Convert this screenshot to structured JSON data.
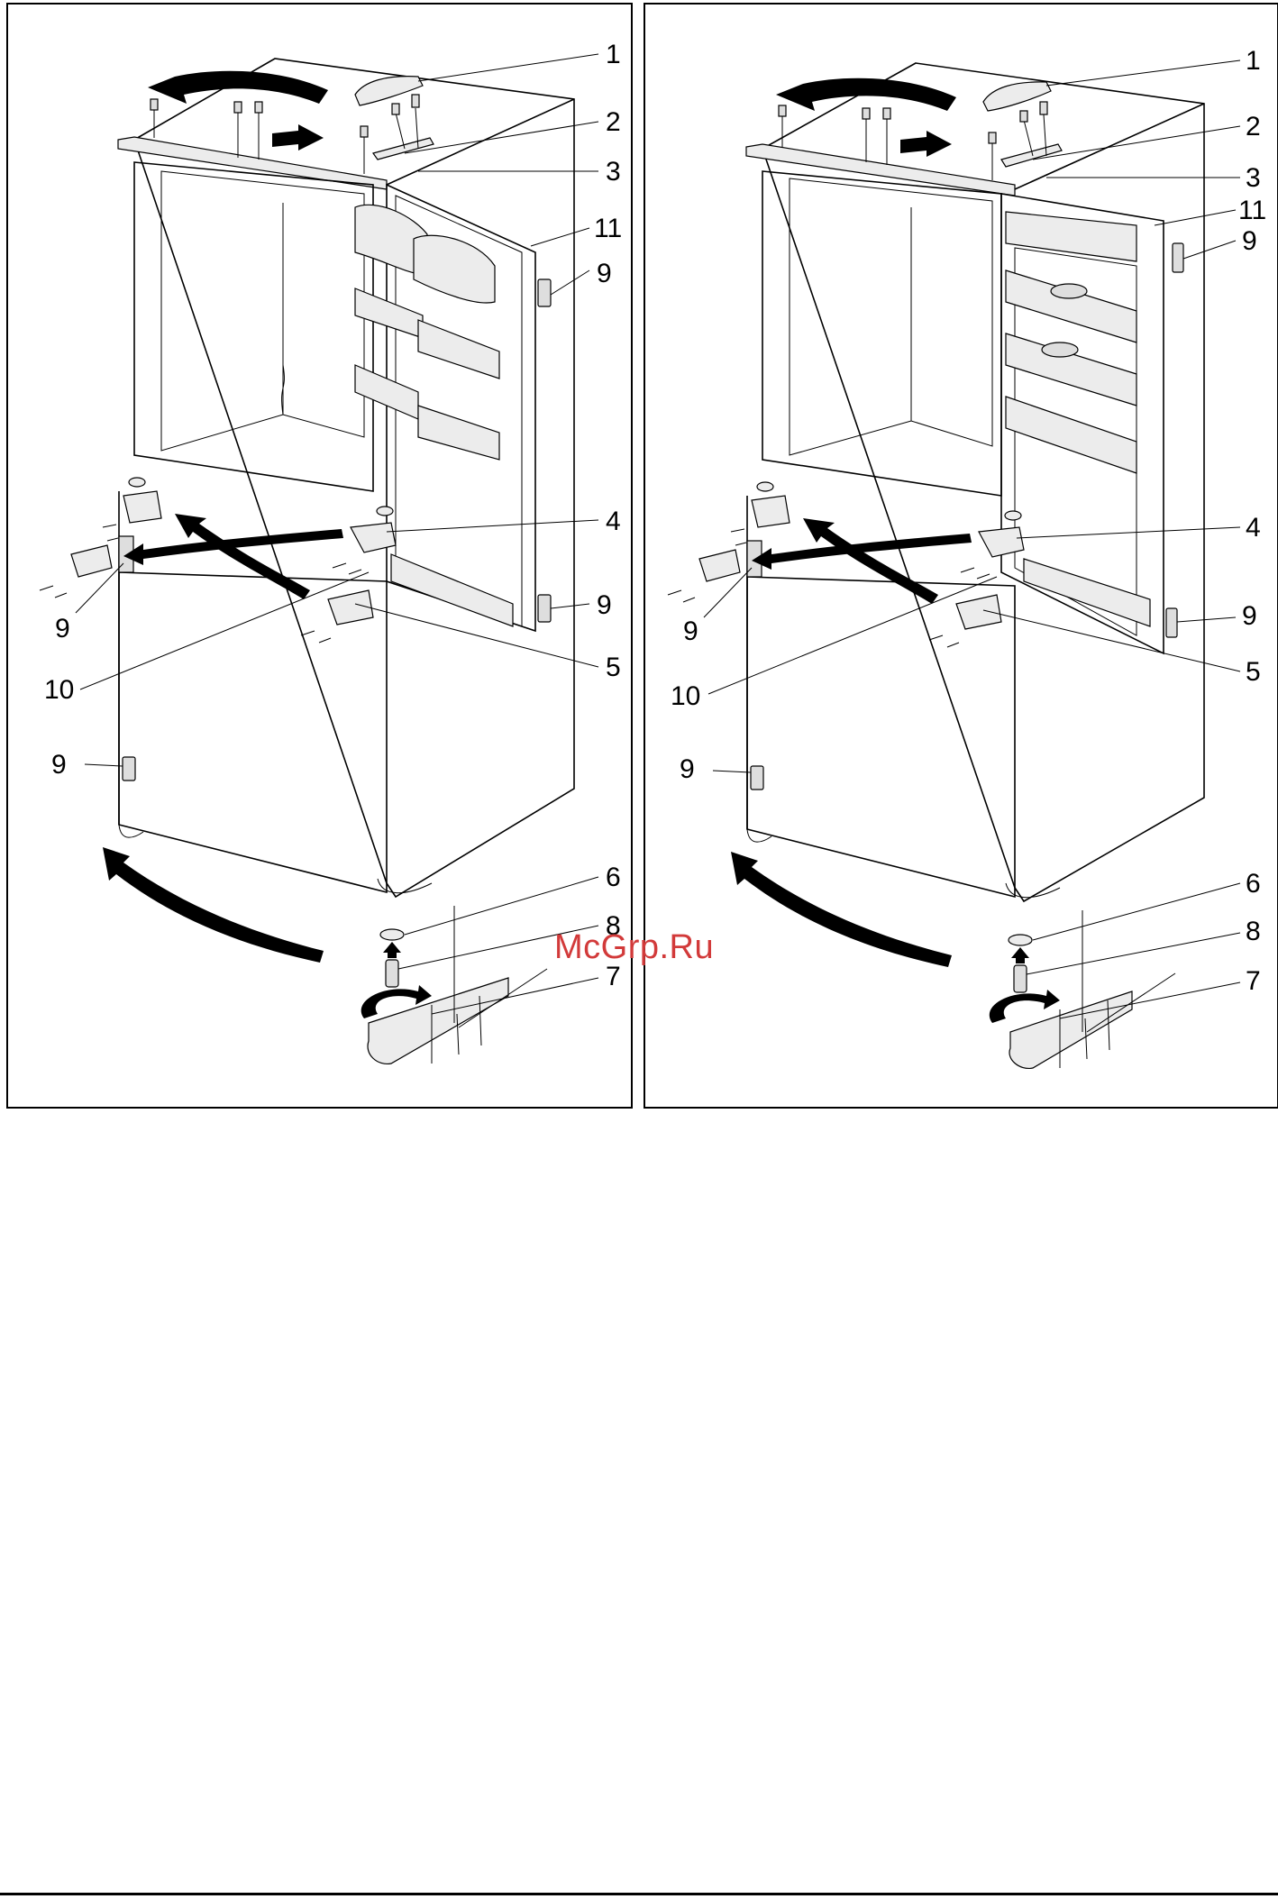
{
  "callouts": {
    "c1": "1",
    "c2": "2",
    "c3": "3",
    "c4": "4",
    "c5": "5",
    "c6": "6",
    "c7": "7",
    "c8": "8",
    "c9": "9",
    "c10": "10",
    "c11": "11"
  },
  "watermark": "McGrp.Ru"
}
